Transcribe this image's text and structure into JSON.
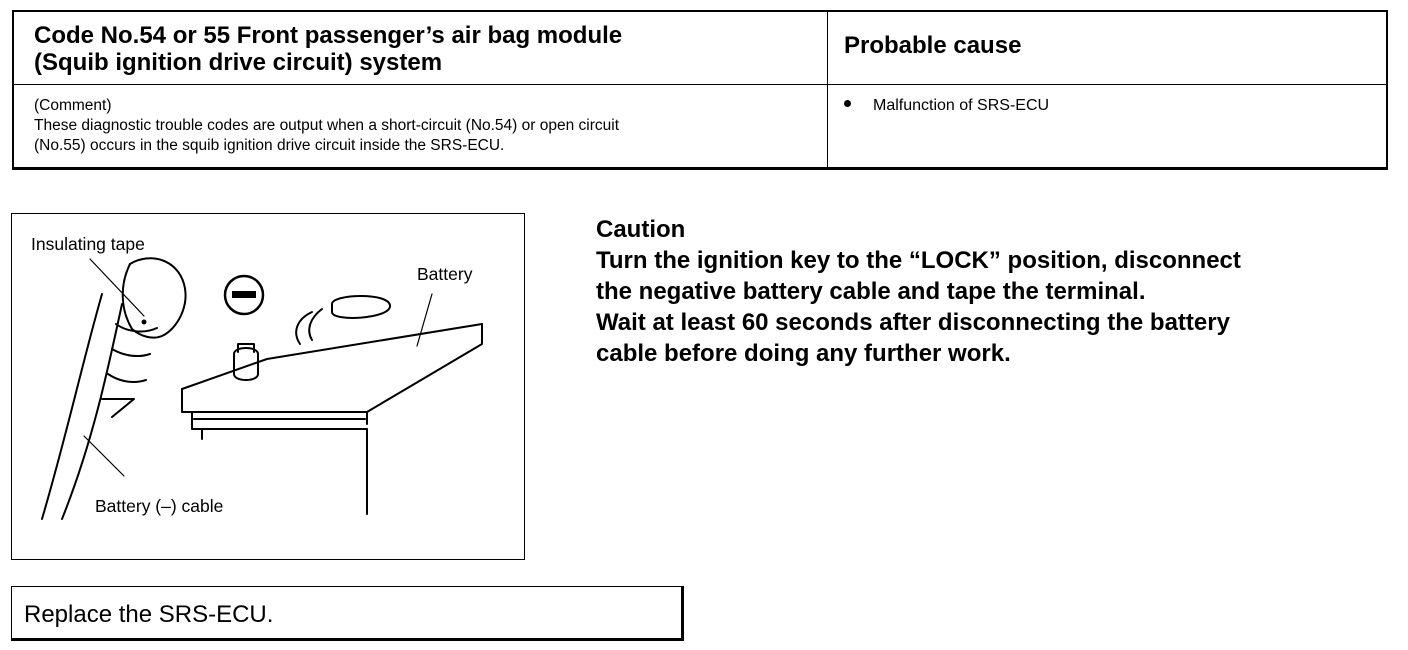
{
  "header": {
    "title_line1": "Code No.54 or 55  Front passenger’s air bag module",
    "title_line2": "(Squib ignition drive circuit) system",
    "probable_cause_heading": "Probable cause"
  },
  "comment": {
    "label": "(Comment)",
    "line1": "These diagnostic trouble codes are output when a short-circuit (No.54) or open circuit",
    "line2": "(No.55)  occurs  in  the  squib  ignition  drive  circuit  inside  the  SRS-ECU."
  },
  "probable_causes": [
    "Malfunction  of  SRS-ECU"
  ],
  "figure": {
    "label_insulating_tape": "Insulating tape",
    "label_battery": "Battery",
    "label_battery_cable": "Battery (–) cable",
    "negative_symbol": "minus-sign-icon"
  },
  "caution": {
    "heading": "Caution",
    "line1": "Turn the ignition key to the “LOCK” position, disconnect",
    "line2": "the  negative  battery  cable  and  tape  the  terminal.",
    "line3": "Wait  at  least  60  seconds  after  disconnecting  the  battery",
    "line4": "cable  before  doing  any  further  work."
  },
  "action": {
    "text": "Replace  the  SRS-ECU."
  }
}
